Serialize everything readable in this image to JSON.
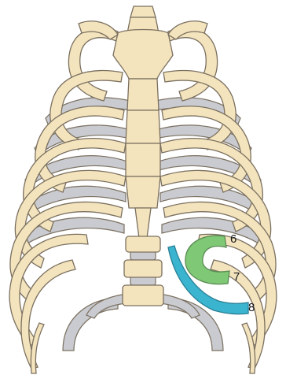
{
  "colors": {
    "bone": "#f3e4bd",
    "outline": "#7b7060",
    "cartilage": "#c9cbd0",
    "cartilage_dark": "#b8bbc1",
    "highlight_green": "#7fc876",
    "highlight_blue": "#3ab4cf"
  },
  "callouts": [
    {
      "number": "6"
    },
    {
      "number": "7"
    },
    {
      "number": "8"
    }
  ]
}
